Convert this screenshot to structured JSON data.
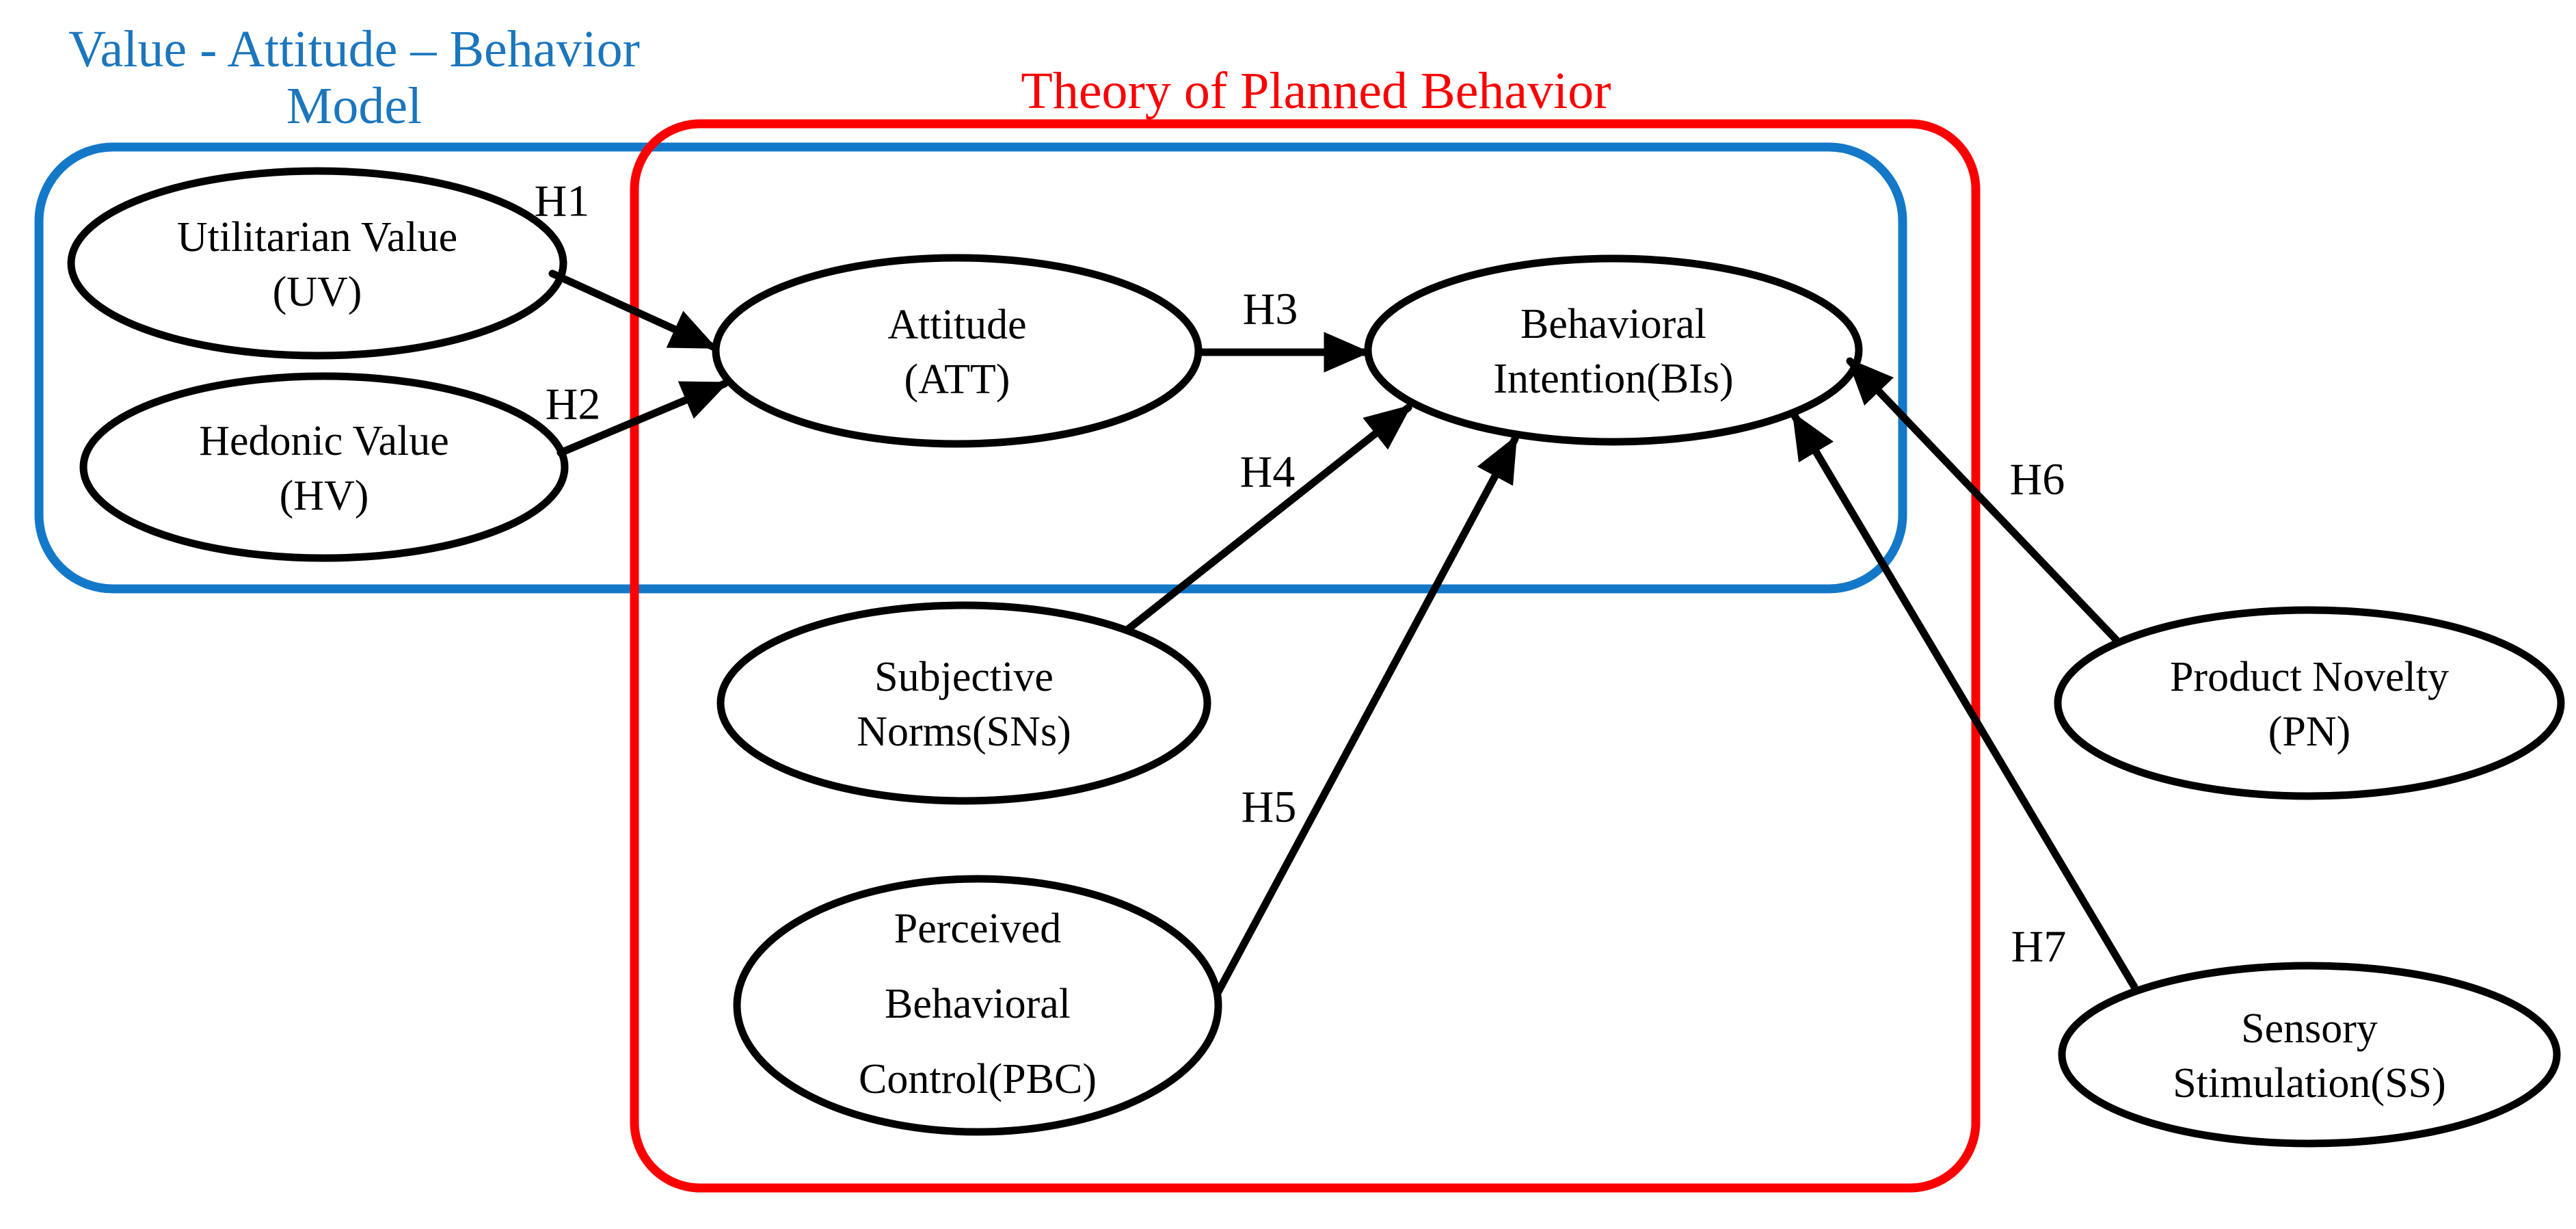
{
  "page": {
    "background": "#ffffff"
  },
  "colors": {
    "vab_border": "#1478c8",
    "vab_title": "#1b76bd",
    "tpb_border": "#fb0000",
    "tpb_title": "#fb0000",
    "node_stroke": "#000000",
    "arrow": "#000000"
  },
  "groups": {
    "vab": {
      "title_line1": "Value - Attitude – Behavior",
      "title_line2": "Model"
    },
    "tpb": {
      "title": "Theory of Planned Behavior"
    }
  },
  "nodes": {
    "uv": {
      "lines": [
        "Utilitarian Value",
        "(UV)"
      ]
    },
    "hv": {
      "lines": [
        "Hedonic Value",
        "(HV)"
      ]
    },
    "att": {
      "lines": [
        "Attitude",
        "(ATT)"
      ]
    },
    "bis": {
      "lines": [
        "Behavioral",
        "Intention(BIs)"
      ]
    },
    "sns": {
      "lines": [
        "Subjective",
        "Norms(SNs)"
      ]
    },
    "pbc": {
      "lines": [
        "Perceived",
        "Behavioral",
        "Control(PBC)"
      ]
    },
    "pn": {
      "lines": [
        "Product Novelty",
        "(PN)"
      ]
    },
    "ss": {
      "lines": [
        "Sensory",
        "Stimulation(SS)"
      ]
    }
  },
  "hypothesis_labels": {
    "h1": "H1",
    "h2": "H2",
    "h3": "H3",
    "h4": "H4",
    "h5": "H5",
    "h6": "H6",
    "h7": "H7"
  },
  "edges": [
    {
      "id": "H1",
      "from": "Utilitarian Value (UV)",
      "to": "Attitude (ATT)"
    },
    {
      "id": "H2",
      "from": "Hedonic Value (HV)",
      "to": "Attitude (ATT)"
    },
    {
      "id": "H3",
      "from": "Attitude (ATT)",
      "to": "Behavioral Intention(BIs)"
    },
    {
      "id": "H4",
      "from": "Subjective Norms(SNs)",
      "to": "Behavioral Intention(BIs)"
    },
    {
      "id": "H5",
      "from": "Perceived Behavioral Control(PBC)",
      "to": "Behavioral Intention(BIs)"
    },
    {
      "id": "H6",
      "from": "Product Novelty (PN)",
      "to": "Behavioral Intention(BIs)"
    },
    {
      "id": "H7",
      "from": "Sensory Stimulation(SS)",
      "to": "Behavioral Intention(BIs)"
    }
  ]
}
